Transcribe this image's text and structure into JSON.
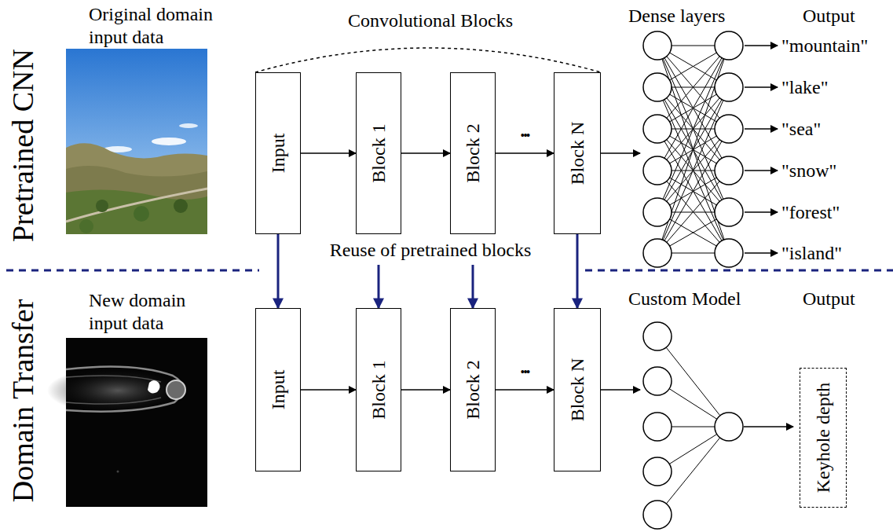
{
  "diagram": {
    "nodes": [
      {
        "text": [
          "Input"
        ]
      },
      {
        "text": [
          "Block 1"
        ]
      },
      {
        "text": [
          "Block 2"
        ]
      },
      {
        "text": [
          "Block N"
        ]
      },
      {
        "text": [
          "Input"
        ]
      },
      {
        "text": [
          "Block 1"
        ]
      },
      {
        "text": [
          "Block 2"
        ]
      },
      {
        "text": [
          "Block N"
        ]
      },
      {
        "text": [
          "Keyhole depth"
        ]
      }
    ],
    "edges": [
      {
        "from": 0,
        "to": 1,
        "arrow": "to"
      },
      {
        "from": 1,
        "to": 2,
        "arrow": "to"
      },
      {
        "from": 2,
        "to": 3,
        "label": "•••",
        "arrow": "to"
      },
      {
        "from": 0,
        "to": 4,
        "arrow": "to"
      },
      {
        "from": 1,
        "to": 5,
        "arrow": "to"
      },
      {
        "from": 2,
        "to": 6,
        "arrow": "to"
      },
      {
        "from": 3,
        "to": 7,
        "arrow": "to"
      },
      {
        "from": 4,
        "to": 5,
        "arrow": "to"
      },
      {
        "from": 5,
        "to": 6,
        "arrow": "to"
      },
      {
        "from": 6,
        "to": 7,
        "label": "•••",
        "arrow": "to"
      }
    ],
    "labels": [
      "Pretrained CNN",
      "Original domain input data",
      "Convolutional Blocks",
      "Dense layers",
      "Output",
      "\"mountain\"",
      "\"lake\"",
      "\"sea\"",
      "\"snow\"",
      "\"forest\"",
      "\"island\"",
      "Reuse of pretrained blocks",
      "Domain Transfer",
      "New domain input data",
      "Custom Model",
      "Output"
    ]
  }
}
